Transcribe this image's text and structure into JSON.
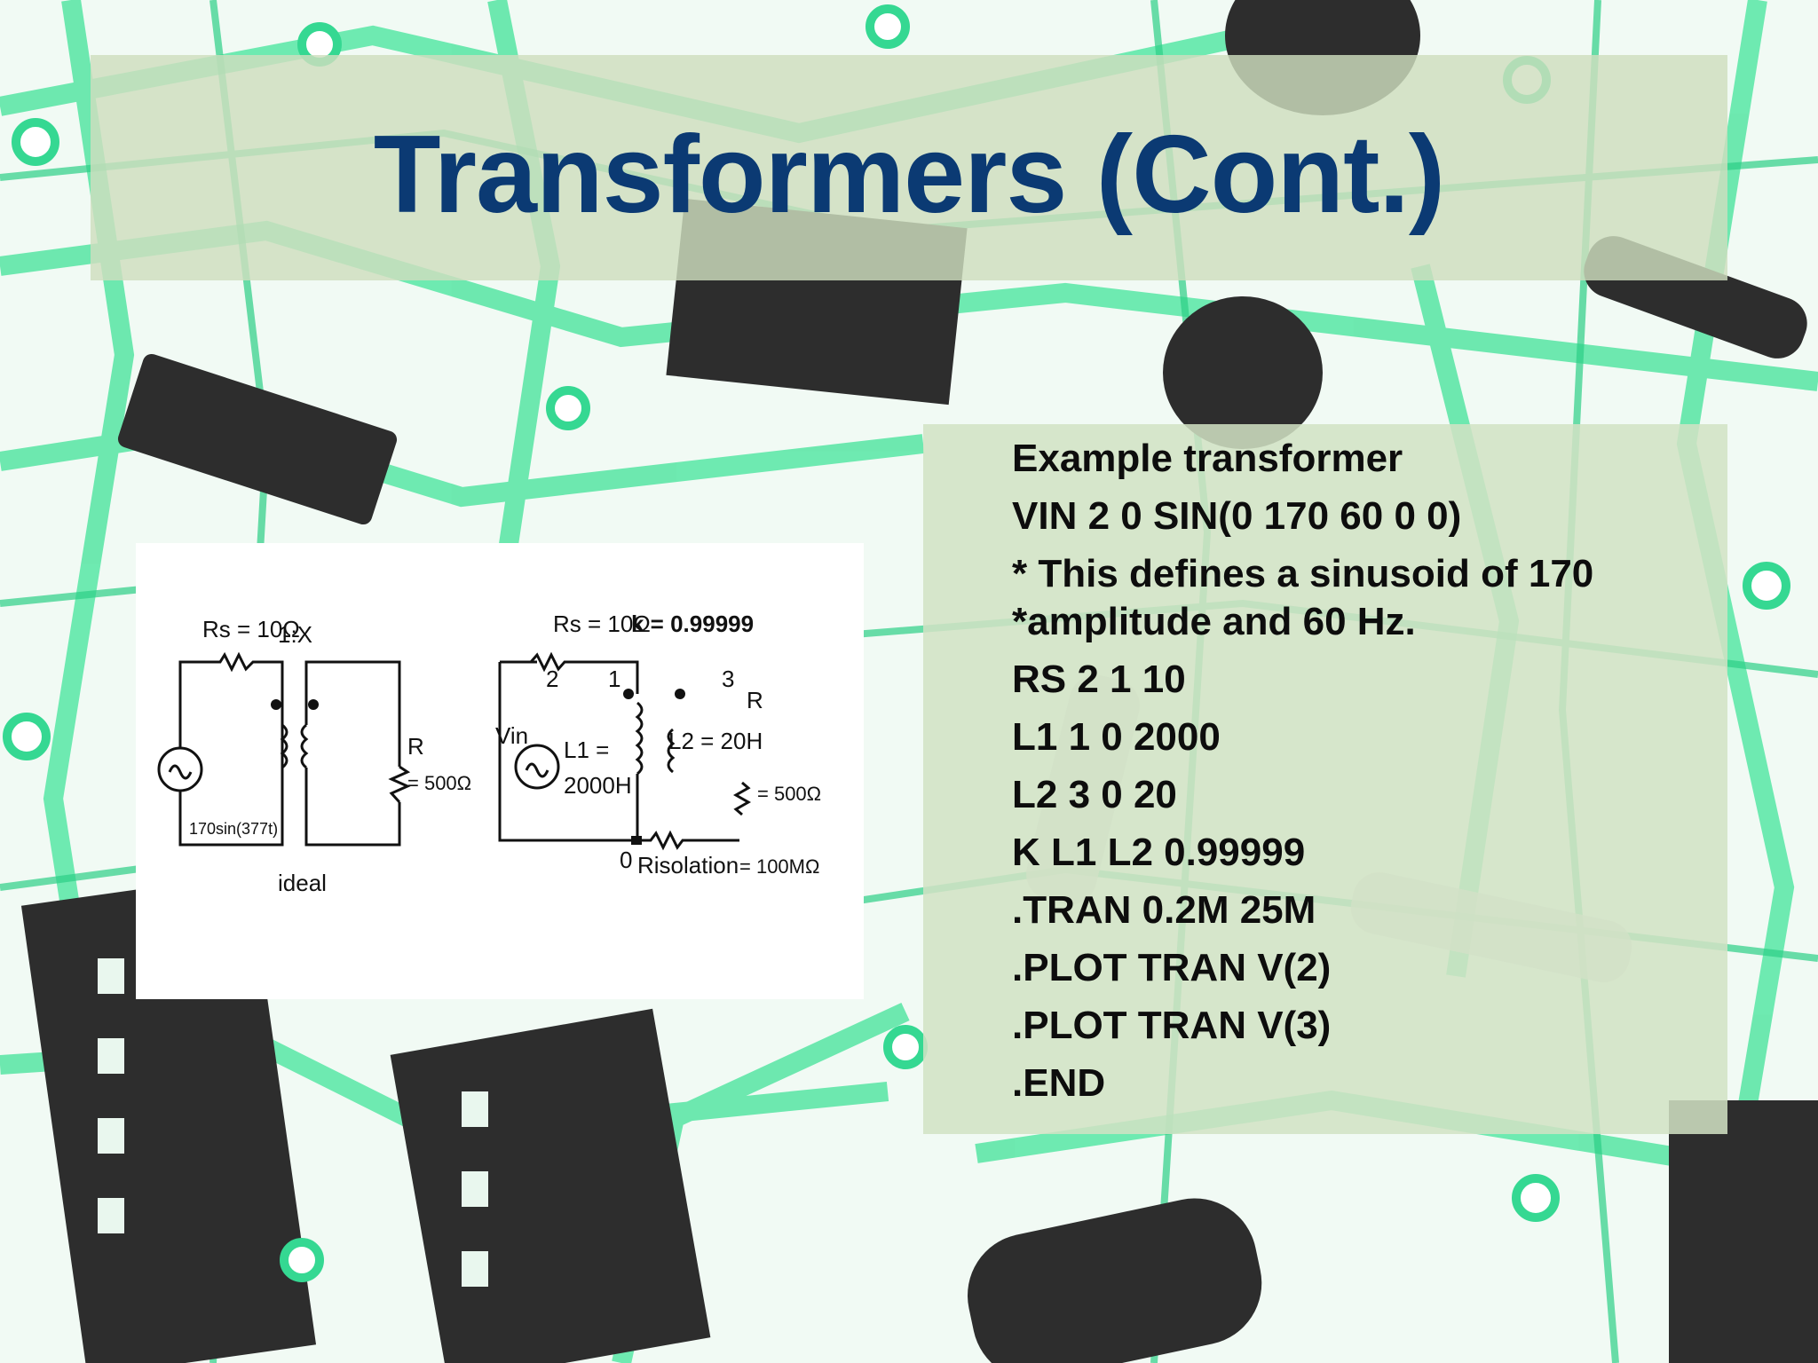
{
  "slide": {
    "title": "Transformers (Cont.)",
    "code_lines": [
      "Example transformer",
      "VIN 2 0 SIN(0 170 60 0 0)",
      "* This defines a sinusoid of 170\n*amplitude and 60 Hz.",
      "RS 2 1 10",
      "L1 1 0 2000",
      "L2 3 0 20",
      "K L1 L2 0.99999",
      ".TRAN 0.2M 25M",
      ".PLOT TRAN V(2)",
      ".PLOT TRAN V(3)",
      ".END"
    ]
  },
  "figure": {
    "left_circuit": {
      "rs_label": "Rs = 10Ω",
      "ratio_label": "1:X",
      "source_label": "170sin(377t)",
      "r_label": "R",
      "r_value": "= 500Ω",
      "ideal_label": "ideal"
    },
    "right_circuit": {
      "rs_label": "Rs = 10Ω",
      "k_label": "k = 0.99999",
      "node2_label": "2",
      "node1_label": "1",
      "node3_label": "3",
      "node0_label": "0",
      "vin_label": "Vin",
      "l1_label": "L1 =",
      "l1_value": "2000H",
      "l2_label": "L2 = 20H",
      "r_label": "R",
      "r_value": "= 500Ω",
      "risolation_label": "Risolation",
      "risolation_value": "= 100MΩ"
    }
  },
  "colors": {
    "title": "#0b3a73",
    "band": "#cedebe",
    "text": "#0d0d0d",
    "board_green": "#3fe39a",
    "component_dark": "#2b2b2b"
  }
}
